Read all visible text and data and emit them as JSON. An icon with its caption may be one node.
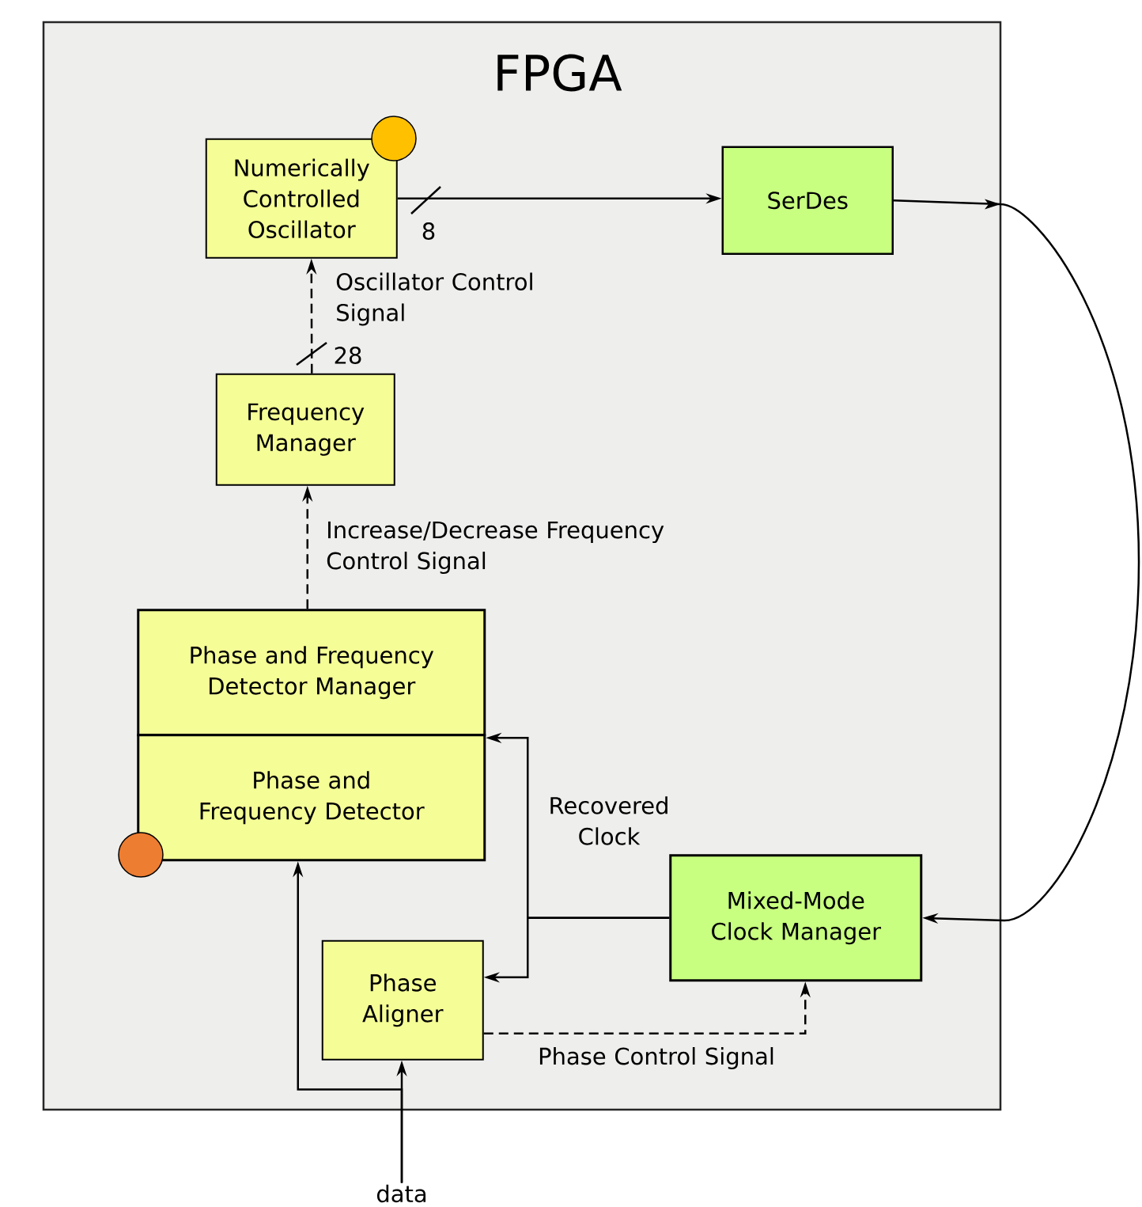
{
  "diagram": {
    "nodes": [
      {
        "text": [
          "FPGA"
        ]
      },
      {
        "text": [
          "Numerically Controlled Oscillator"
        ],
        "in": 0
      },
      {
        "text": [
          "SerDes"
        ],
        "in": 0
      },
      {
        "text": [
          "Frequency Manager"
        ],
        "in": 0
      },
      {
        "text": [
          "Phase and Frequency Detector Manager"
        ],
        "in": 0
      },
      {
        "text": [
          "Phase and Frequency Detector"
        ],
        "in": 0
      },
      {
        "text": [
          "Mixed-Mode Clock Manager"
        ],
        "in": 0
      },
      {
        "text": [
          "Phase Aligner"
        ],
        "in": 0
      },
      {
        "text": [
          "data"
        ]
      }
    ],
    "edges": [
      {
        "from": 1,
        "to": 2,
        "arrow": "to",
        "label": "8"
      },
      {
        "from": 3,
        "to": 1,
        "arrow": "to",
        "style": "dashed",
        "label": "Oscillator Control Signal"
      },
      {
        "from": 4,
        "to": 3,
        "arrow": "to",
        "style": "dashed",
        "label": "Increase/Decrease Frequency Control Signal"
      },
      {
        "from": 6,
        "to": 5,
        "arrow": "to",
        "label": "Recovered Clock"
      },
      {
        "from": 6,
        "to": 7,
        "arrow": "to"
      },
      {
        "from": 7,
        "to": 6,
        "arrow": "to",
        "style": "dashed",
        "label": "Phase Control Signal"
      },
      {
        "from": 8,
        "to": 7,
        "arrow": "to"
      },
      {
        "from": 8,
        "to": 5,
        "arrow": "to"
      },
      {
        "from": 2,
        "to": 6,
        "arrow": "to"
      }
    ],
    "labels": [
      "28"
    ]
  }
}
